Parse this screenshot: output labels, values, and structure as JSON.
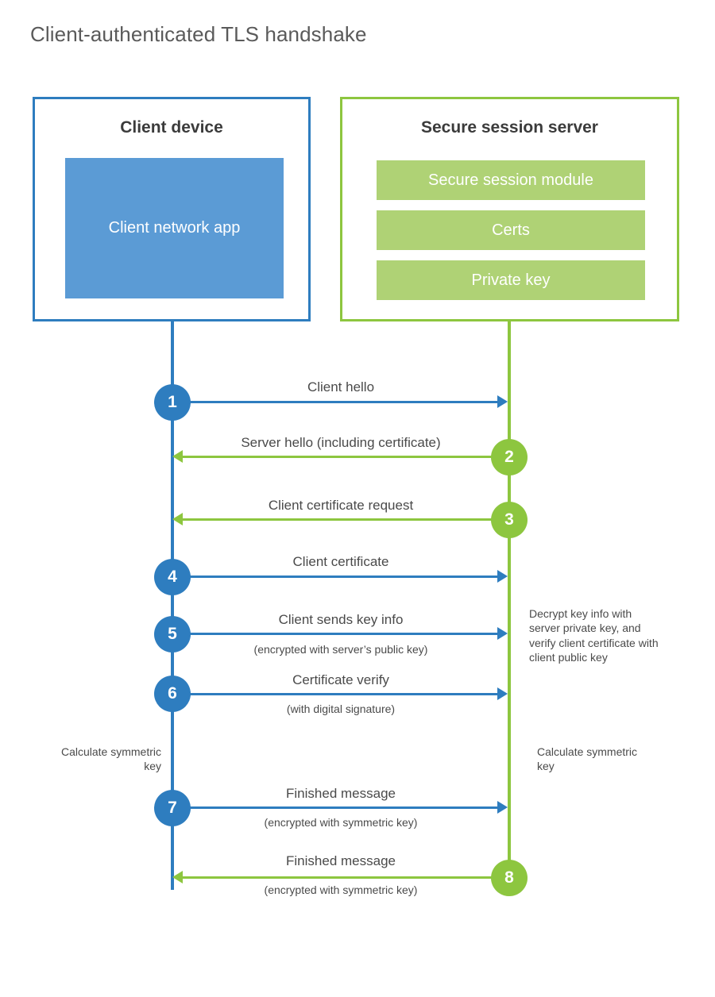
{
  "title": "Client-authenticated TLS handshake",
  "colors": {
    "client_blue": "#2e7dbf",
    "client_fill": "#5b9bd5",
    "server_green": "#8dc63f",
    "server_fill": "#afd275",
    "text": "#4a4a4a",
    "title_text": "#5a5a5a",
    "background": "#ffffff"
  },
  "client": {
    "title": "Client device",
    "app_label": "Client network app"
  },
  "server": {
    "title": "Secure session server",
    "blocks": [
      {
        "label": "Secure session module"
      },
      {
        "label": "Certs"
      },
      {
        "label": "Private key"
      }
    ]
  },
  "steps": [
    {
      "number": "1",
      "direction": "client-to-server",
      "color": "blue",
      "label": "Client hello",
      "sublabel": ""
    },
    {
      "number": "2",
      "direction": "server-to-client",
      "color": "green",
      "label": "Server hello (including certificate)",
      "sublabel": ""
    },
    {
      "number": "3",
      "direction": "server-to-client",
      "color": "green",
      "label": "Client certificate request",
      "sublabel": ""
    },
    {
      "number": "4",
      "direction": "client-to-server",
      "color": "blue",
      "label": "Client certificate",
      "sublabel": ""
    },
    {
      "number": "5",
      "direction": "client-to-server",
      "color": "blue",
      "label": "Client sends key info",
      "sublabel": "(encrypted with server’s public key)"
    },
    {
      "number": "6",
      "direction": "client-to-server",
      "color": "blue",
      "label": "Certificate verify",
      "sublabel": "(with digital signature)"
    },
    {
      "number": "7",
      "direction": "client-to-server",
      "color": "blue",
      "label": "Finished message",
      "sublabel": "(encrypted with symmetric key)"
    },
    {
      "number": "8",
      "direction": "server-to-client",
      "color": "green",
      "label": "Finished message",
      "sublabel": "(encrypted with symmetric key)"
    }
  ],
  "notes": {
    "server_decrypt": "Decrypt key info with server private key, and verify client certificate with client public key",
    "client_calc": "Calculate symmetric key",
    "server_calc": "Calculate symmetric key"
  }
}
